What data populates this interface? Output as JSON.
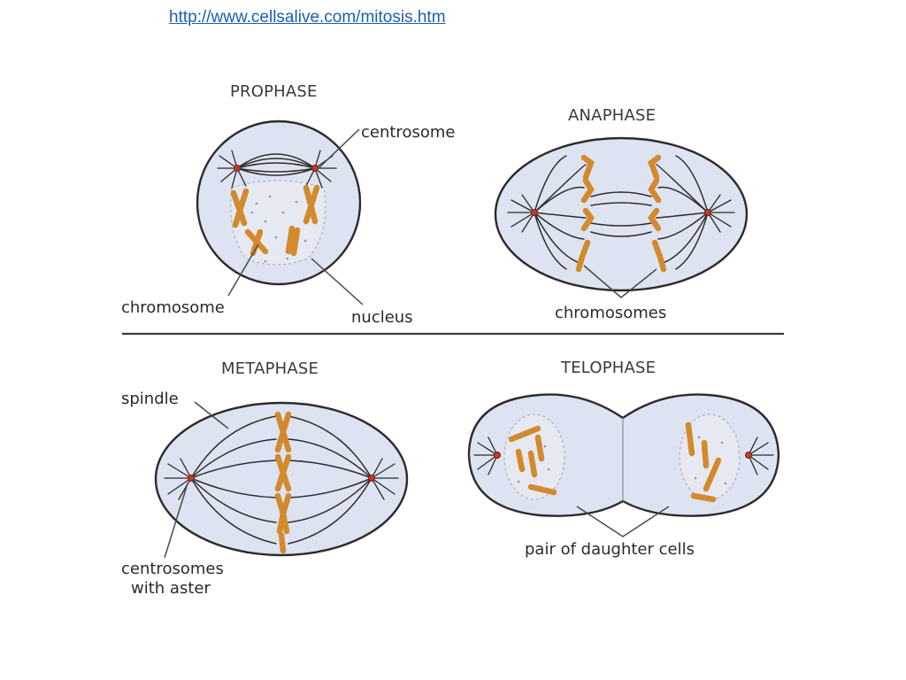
{
  "header": {
    "link_text": "http://www.cellsalive.com/mitosis.htm"
  },
  "panels": {
    "prophase": {
      "title": "PROPHASE",
      "labels": {
        "centrosome": "centrosome",
        "chromosome": "chromosome",
        "nucleus": "nucleus"
      }
    },
    "anaphase": {
      "title": "ANAPHASE",
      "labels": {
        "chromosomes": "chromosomes"
      }
    },
    "metaphase": {
      "title": "METAPHASE",
      "labels": {
        "spindle": "spindle",
        "centrosomes_line1": "centrosomes",
        "centrosomes_line2": "with aster"
      }
    },
    "telophase": {
      "title": "TELOPHASE",
      "labels": {
        "daughter_cells": "pair of daughter cells"
      }
    }
  },
  "colors": {
    "cytoplasm": "#dde3f0",
    "chromosome": "#d28a2c",
    "centrosome": "#c23a2a",
    "divider": "#3a3a3a",
    "link": "#1a5fb4"
  }
}
